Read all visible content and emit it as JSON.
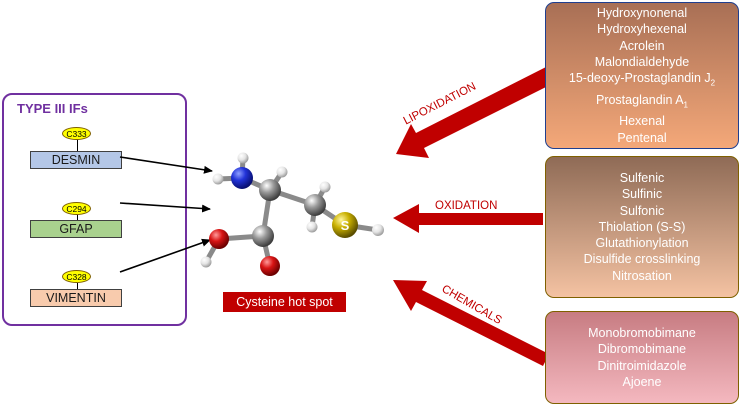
{
  "type_iii": {
    "title": "TYPE III IFs",
    "proteins": [
      {
        "name": "DESMIN",
        "cys": "C333",
        "color": "#b4c7e7"
      },
      {
        "name": "GFAP",
        "cys": "C294",
        "color": "#a9d18e"
      },
      {
        "name": "VIMENTIN",
        "cys": "C328",
        "color": "#f8cbad"
      }
    ]
  },
  "molecule": {
    "sulfur_label": "S",
    "hotspot_label": "Cysteine hot spot"
  },
  "modifications": {
    "lipoxidation": {
      "label": "LIPOXIDATION",
      "agents": [
        "Hydroxynonenal",
        "Hydroxyhexenal",
        "Acrolein",
        "Malondialdehyde",
        "15-deoxy-Prostaglandin J2",
        "Prostaglandin A1",
        "Hexenal",
        "Pentenal"
      ]
    },
    "oxidation": {
      "label": "OXIDATION",
      "agents": [
        "Sulfenic",
        "Sulfinic",
        "Sulfonic",
        "Thiolation (S-S)",
        "Glutathionylation",
        "Disulfide crosslinking",
        "Nitrosation"
      ]
    },
    "chemicals": {
      "label": "CHEMICALS",
      "agents": [
        "Monobromobimane",
        "Dibromobimane",
        "Dinitroimidazole",
        "Ajoene"
      ]
    }
  },
  "colors": {
    "accent_red": "#c00000",
    "panel_border": "#7030a0",
    "badge_yellow": "#ffff00",
    "carbon": "#7a7a7a",
    "nitrogen": "#1f2fd0",
    "oxygen": "#d01010",
    "sulfur": "#c9b000",
    "hydrogen": "#e8e8e8"
  }
}
